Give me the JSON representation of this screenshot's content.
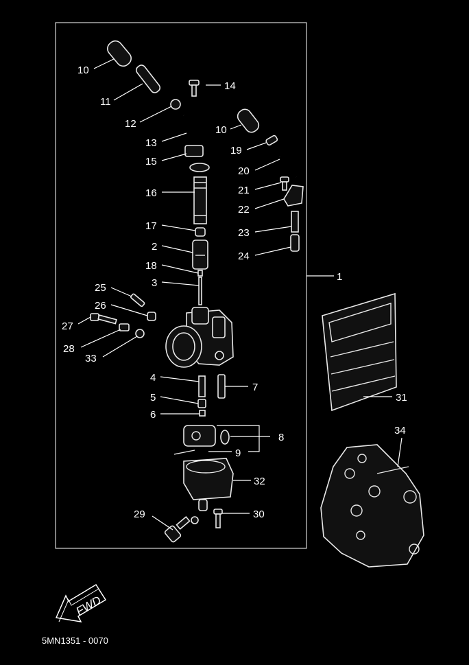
{
  "callouts": [
    "10",
    "11",
    "12",
    "13",
    "14",
    "10",
    "19",
    "15",
    "20",
    "16",
    "21",
    "22",
    "17",
    "23",
    "2",
    "24",
    "18",
    "1",
    "3",
    "25",
    "26",
    "27",
    "28",
    "33",
    "4",
    "7",
    "5",
    "6",
    "8",
    "9",
    "32",
    "29",
    "30",
    "31",
    "34"
  ],
  "fwd_label": "FWD",
  "diagram_code": "5MN1351 - 0070"
}
